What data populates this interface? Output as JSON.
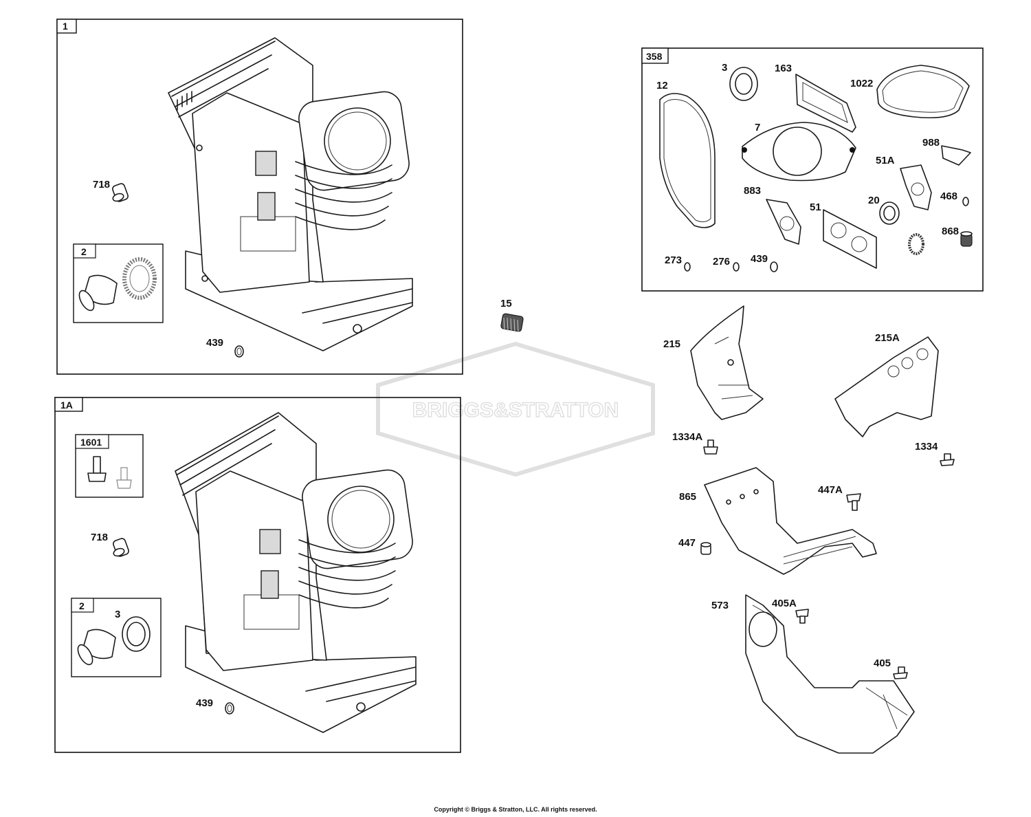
{
  "groups": {
    "g1": "1",
    "g1a": "1A",
    "g358": "358",
    "g2a": "2",
    "g2b": "2",
    "g1601": "1601"
  },
  "labels": {
    "l718a": "718",
    "l439a": "439",
    "l718b": "718",
    "l3b": "3",
    "l439b": "439",
    "l15": "15",
    "l3": "3",
    "l163": "163",
    "l1022": "1022",
    "l12": "12",
    "l7": "7",
    "l988": "988",
    "l51A": "51A",
    "l883": "883",
    "l20": "20",
    "l468": "468",
    "l51": "51",
    "l868": "868",
    "l273": "273",
    "l276": "276",
    "l439c": "439",
    "l215": "215",
    "l215A": "215A",
    "l1334A": "1334A",
    "l1334": "1334",
    "l865": "865",
    "l447A": "447A",
    "l447": "447",
    "l573": "573",
    "l405A": "405A",
    "l405": "405"
  },
  "watermark": "BRIGGS&STRATTON",
  "copyright": "Copyright © Briggs & Stratton, LLC. All rights reserved."
}
